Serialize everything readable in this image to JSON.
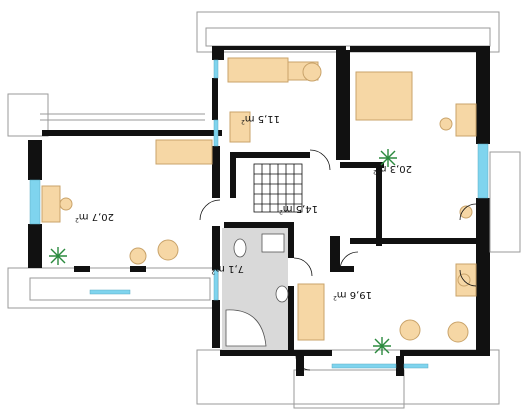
{
  "colors": {
    "wall": "#111111",
    "furniture": "#f6d7a5",
    "furniture_stroke": "#c9a36a",
    "bathroom_floor": "#d9d9d9",
    "window": "#7fd4ee",
    "plant": "#2b8a3e",
    "outline": "#9a9a9a"
  },
  "rooms": [
    {
      "id": "room-top-small",
      "area": "11,5 m",
      "sup": "2"
    },
    {
      "id": "room-top-right",
      "area": "20,3 m",
      "sup": "2"
    },
    {
      "id": "room-left",
      "area": "20,7 m",
      "sup": "2"
    },
    {
      "id": "hall",
      "area": "14,5 m",
      "sup": "2"
    },
    {
      "id": "bathroom",
      "area": "7,1 m",
      "sup": "2"
    },
    {
      "id": "room-bottom-right",
      "area": "19,6 m",
      "sup": "2"
    }
  ],
  "icons": [
    "plant-icon",
    "armchair-icon",
    "bed-icon",
    "desk-icon",
    "bathtub-icon",
    "toilet-icon",
    "sink-icon",
    "door-swing-icon",
    "stairs-icon"
  ]
}
